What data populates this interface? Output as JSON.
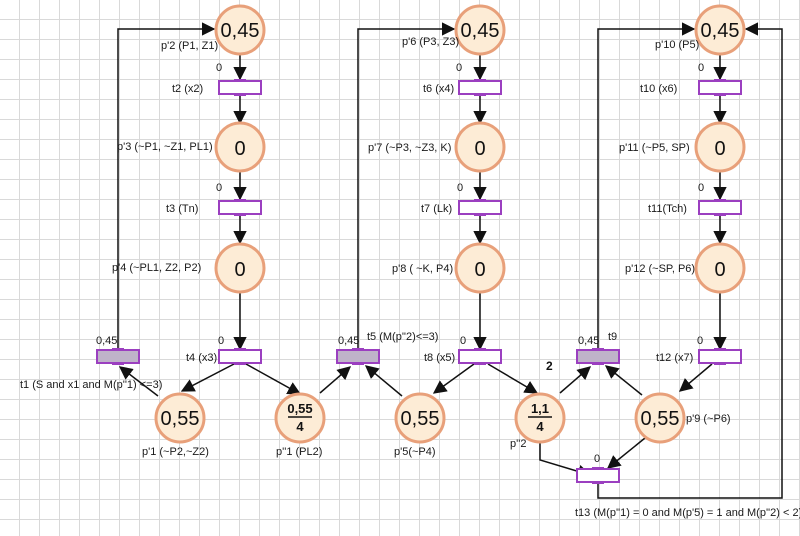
{
  "places": {
    "p2": {
      "label": "p'2 (P1, Z1)",
      "tokens": "0,45"
    },
    "p3": {
      "label": "p'3 (~P1, ~Z1, PL1)",
      "tokens": "0"
    },
    "p4": {
      "label": "p'4 (~PL1, Z2, P2)",
      "tokens": "0"
    },
    "p1": {
      "label": "p'1 (~P2,~Z2)",
      "tokens": "0,55"
    },
    "pp1": {
      "label": "p''1 (PL2)",
      "num": "0,55",
      "den": "4"
    },
    "p6": {
      "label": "p'6 (P3, Z3)",
      "tokens": "0,45"
    },
    "p7": {
      "label": "p'7 (~P3, ~Z3, K)",
      "tokens": "0"
    },
    "p8": {
      "label": "p'8 ( ~K, P4)",
      "tokens": "0"
    },
    "p5": {
      "label": "p'5(~P4)",
      "tokens": "0,55"
    },
    "pp2": {
      "label": "p''2",
      "num": "1,1",
      "den": "4"
    },
    "p10": {
      "label": "p'10 (P5)",
      "tokens": "0,45"
    },
    "p11": {
      "label": "p'11 (~P5, SP)",
      "tokens": "0"
    },
    "p12": {
      "label": "p'12 (~SP, P6)",
      "tokens": "0"
    },
    "p9": {
      "label": "p'9 (~P6)",
      "tokens": "0,55"
    }
  },
  "transitions": {
    "t2": {
      "label": "t2 (x2)",
      "value": "0"
    },
    "t3": {
      "label": "t3 (Tn)",
      "value": "0"
    },
    "t4": {
      "label": "t4 (x3)",
      "value": "0"
    },
    "t1": {
      "label": "t1 (S and x1 and M(p''1) <=3)",
      "value": "0,45"
    },
    "t6": {
      "label": "t6 (x4)",
      "value": "0"
    },
    "t7": {
      "label": "t7 (Lk)",
      "value": "0"
    },
    "t8": {
      "label": "t8 (x5)",
      "value": "0"
    },
    "t5": {
      "label": "t5 (M(p''2)<=3)",
      "value": "0,45"
    },
    "t10": {
      "label": "t10 (x6)",
      "value": "0"
    },
    "t11": {
      "label": "t11(Tch)",
      "value": "0"
    },
    "t12": {
      "label": "t12 (x7)",
      "value": "0"
    },
    "t9": {
      "label": "t9",
      "value": "0,45"
    },
    "t13": {
      "label": "t13 (M(p''1) = 0 and M(p'5) = 1 and M(p''2) < 2)",
      "value": "0"
    }
  },
  "arc_weights": {
    "t8_pp2": "2"
  },
  "colors": {
    "place_fill": "#fdecd6",
    "place_stroke": "#e8a07a",
    "transition_stroke": "#9b3fc0",
    "transition_enabled_fill": "#bfb3c9"
  }
}
